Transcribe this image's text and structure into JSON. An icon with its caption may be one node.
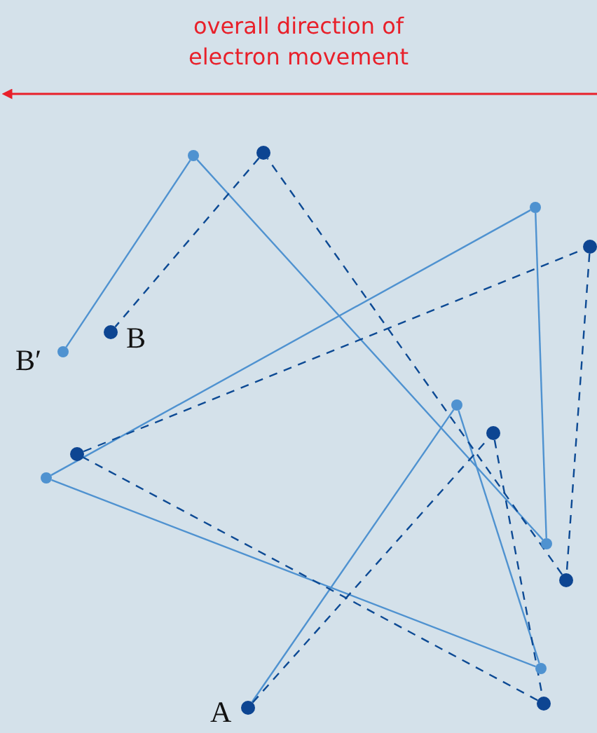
{
  "diagram": {
    "nodes": [
      {
        "text": [],
        "shape": "circle",
        "beside": [
          "A"
        ]
      },
      {
        "text": [],
        "shape": "circle"
      },
      {
        "text": [],
        "shape": "circle"
      },
      {
        "text": [],
        "shape": "circle"
      },
      {
        "text": [],
        "shape": "circle"
      },
      {
        "text": [],
        "shape": "circle"
      },
      {
        "text": [],
        "shape": "circle"
      },
      {
        "text": [],
        "shape": "circle",
        "beside": [
          "B′"
        ]
      },
      {
        "text": [],
        "shape": "circle"
      },
      {
        "text": [],
        "shape": "circle"
      },
      {
        "text": [],
        "shape": "circle"
      },
      {
        "text": [],
        "shape": "circle"
      },
      {
        "text": [],
        "shape": "circle"
      },
      {
        "text": [],
        "shape": "circle"
      },
      {
        "text": [],
        "shape": "circle",
        "beside": [
          "B"
        ]
      }
    ],
    "edges": [
      {
        "from": 0,
        "to": 1,
        "arrow": "none"
      },
      {
        "from": 1,
        "to": 2,
        "arrow": "none"
      },
      {
        "from": 2,
        "to": 3,
        "arrow": "none"
      },
      {
        "from": 3,
        "to": 4,
        "arrow": "none"
      },
      {
        "from": 4,
        "to": 5,
        "arrow": "none"
      },
      {
        "from": 5,
        "to": 6,
        "arrow": "none"
      },
      {
        "from": 6,
        "to": 7,
        "arrow": "none"
      },
      {
        "from": 0,
        "to": 8,
        "arrow": "none",
        "style": "dashed",
        "color": "#0d4a94"
      },
      {
        "from": 8,
        "to": 9,
        "arrow": "none",
        "style": "dashed",
        "color": "#0d4a94"
      },
      {
        "from": 9,
        "to": 10,
        "arrow": "none",
        "style": "dashed",
        "color": "#0d4a94"
      },
      {
        "from": 10,
        "to": 11,
        "arrow": "none",
        "style": "dashed",
        "color": "#0d4a94"
      },
      {
        "from": 11,
        "to": 12,
        "arrow": "none",
        "style": "dashed",
        "color": "#0d4a94"
      },
      {
        "from": 12,
        "to": 13,
        "arrow": "none",
        "style": "dashed",
        "color": "#0d4a94"
      },
      {
        "from": 13,
        "to": 14,
        "arrow": "none",
        "style": "dashed",
        "color": "#0d4a94"
      }
    ],
    "labels": [
      "overall direction of electron movement"
    ]
  }
}
